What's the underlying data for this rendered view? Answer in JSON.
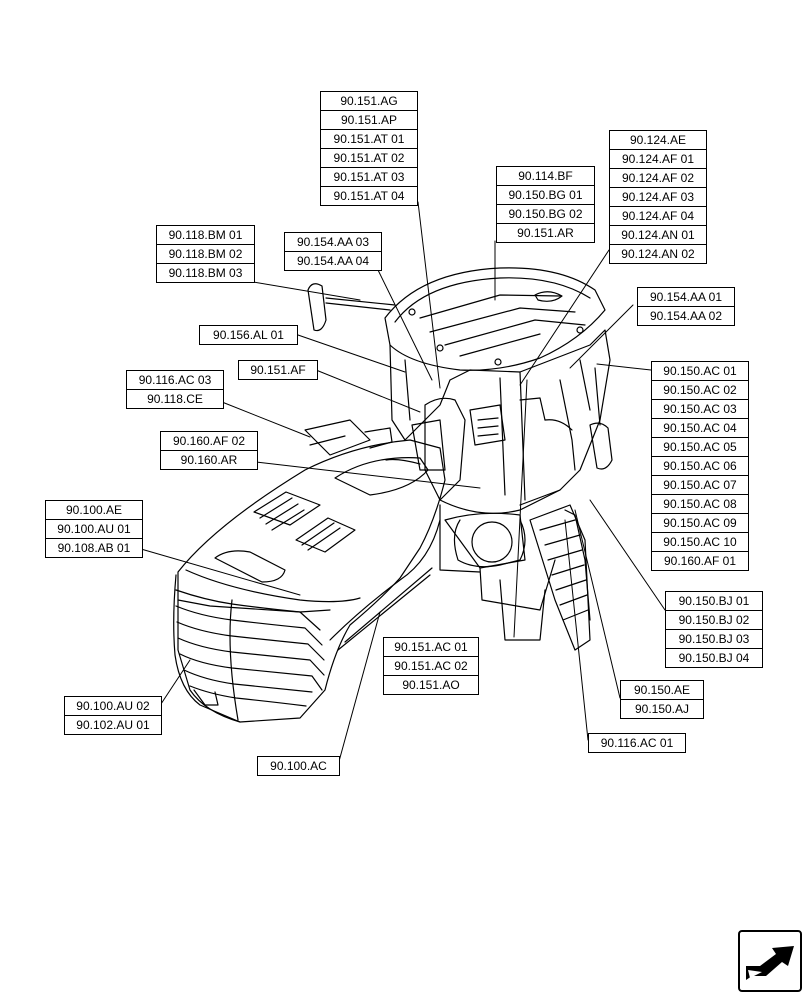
{
  "callouts": {
    "c1": [
      "90.151.AG",
      "90.151.AP",
      "90.151.AT 01",
      "90.151.AT 02",
      "90.151.AT 03",
      "90.151.AT 04"
    ],
    "c2": [
      "90.124.AE",
      "90.124.AF 01",
      "90.124.AF 02",
      "90.124.AF 03",
      "90.124.AF 04",
      "90.124.AN 01",
      "90.124.AN 02"
    ],
    "c3": [
      "90.114.BF",
      "90.150.BG 01",
      "90.150.BG 02",
      "90.151.AR"
    ],
    "c4": [
      "90.118.BM 01",
      "90.118.BM 02",
      "90.118.BM 03"
    ],
    "c5": [
      "90.154.AA 03",
      "90.154.AA 04"
    ],
    "c6": [
      "90.154.AA 01",
      "90.154.AA 02"
    ],
    "c7": [
      "90.156.AL 01"
    ],
    "c8": [
      "90.151.AF"
    ],
    "c9": [
      "90.116.AC 03",
      "90.118.CE"
    ],
    "c10": [
      "90.160.AF 02",
      "90.160.AR"
    ],
    "c11": [
      "90.150.AC 01",
      "90.150.AC 02",
      "90.150.AC 03",
      "90.150.AC 04",
      "90.150.AC 05",
      "90.150.AC 06",
      "90.150.AC 07",
      "90.150.AC 08",
      "90.150.AC 09",
      "90.150.AC 10",
      "90.160.AF 01"
    ],
    "c12": [
      "90.100.AE",
      "90.100.AU 01",
      "90.108.AB 01"
    ],
    "c13": [
      "90.150.BJ 01",
      "90.150.BJ 02",
      "90.150.BJ 03",
      "90.150.BJ 04"
    ],
    "c14": [
      "90.151.AC 01",
      "90.151.AC 02",
      "90.151.AO"
    ],
    "c15": [
      "90.100.AU 02",
      "90.102.AU 01"
    ],
    "c16": [
      "90.150.AE",
      "90.150.AJ"
    ],
    "c17": [
      "90.116.AC 01"
    ],
    "c18": [
      "90.100.AC"
    ]
  },
  "nav": {
    "icon": "next-page-arrow-icon"
  }
}
